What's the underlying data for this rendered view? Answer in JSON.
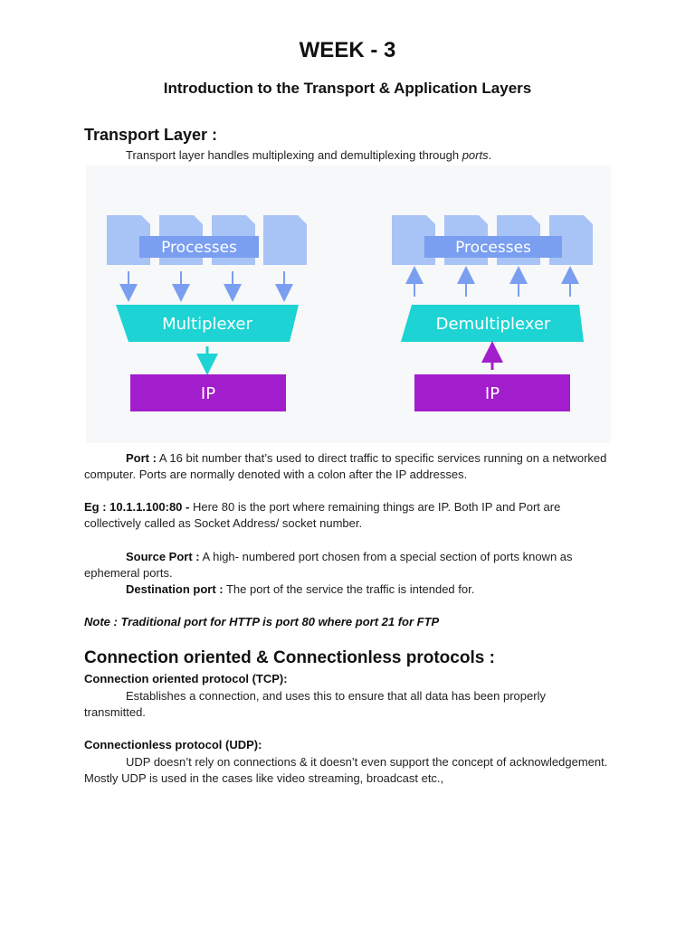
{
  "title": "WEEK - 3",
  "subtitle": "Introduction to the Transport & Application Layers",
  "transport": {
    "heading": "Transport Layer :",
    "intro_text": "Transport layer handles multiplexing and demultiplexing through ",
    "intro_italic": "ports",
    "intro_end": "."
  },
  "diagram": {
    "left": {
      "processes_label": "Processes",
      "box_label": "Multiplexer",
      "ip_label": "IP"
    },
    "right": {
      "processes_label": "Processes",
      "box_label": "Demultiplexer",
      "ip_label": "IP"
    },
    "colors": {
      "process": "#a8c3f5",
      "process_band": "#7a9ef0",
      "mux": "#1dd3d3",
      "ip": "#a21dcc",
      "arrow": "#7a9ef0"
    }
  },
  "port": {
    "label": "Port :",
    "text": " A 16 bit number that’s used to direct traffic  to specific services running on a networked computer. Ports are normally denoted with a colon after the IP addresses."
  },
  "example": {
    "label": "Eg : 10.1.1.100:80 -",
    "text": " Here 80 is the port where remaining things are IP. Both IP and Port are collectively called as Socket Address/ socket number."
  },
  "source_port": {
    "label": "Source Port :",
    "text": " A high- numbered port chosen from a special section of ports known as ephemeral ports."
  },
  "destination_port": {
    "label": "Destination port :",
    "text": " The port of the service the traffic is intended for."
  },
  "note": "Note : Traditional port for HTTP is port 80 where port 21 for FTP",
  "connection": {
    "heading": "Connection oriented & Connectionless protocols :",
    "tcp_heading": "Connection oriented protocol (TCP):",
    "tcp_text": "Establishes a connection, and uses this to ensure that all data has been properly transmitted.",
    "udp_heading": "Connectionless protocol (UDP):",
    "udp_text": "UDP doesn’t rely on connections & it doesn’t even support the concept of acknowledgement. Mostly UDP is used in the cases like video streaming, broadcast etc.,"
  }
}
